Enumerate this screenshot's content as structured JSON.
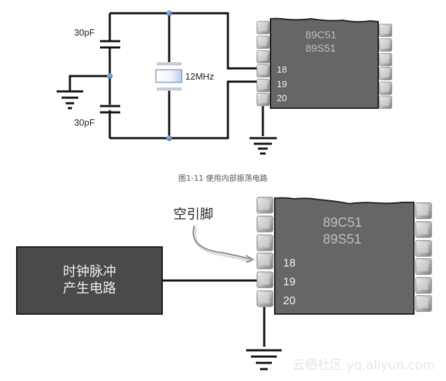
{
  "figure1": {
    "capacitor_top_label": "30pF",
    "capacitor_bottom_label": "30pF",
    "crystal_label": "12MHz",
    "chip_line1": "89C51",
    "chip_line2": "89S51",
    "pin_labels": [
      "18",
      "19",
      "20"
    ],
    "caption": "图1-11 使用内部振荡电路"
  },
  "figure2": {
    "annotation": "空引脚",
    "clock_box_line1": "时钟脉冲",
    "clock_box_line2": "产生电路",
    "chip_line1": "89C51",
    "chip_line2": "89S51",
    "pin_labels": [
      "18",
      "19",
      "20"
    ]
  },
  "watermark": "云栖社区 yq.aliyun.com",
  "colors": {
    "wire": "#111111",
    "junction": "#5a86c8",
    "chip_body": "#666666",
    "clock_box": "#4a4a4a"
  }
}
